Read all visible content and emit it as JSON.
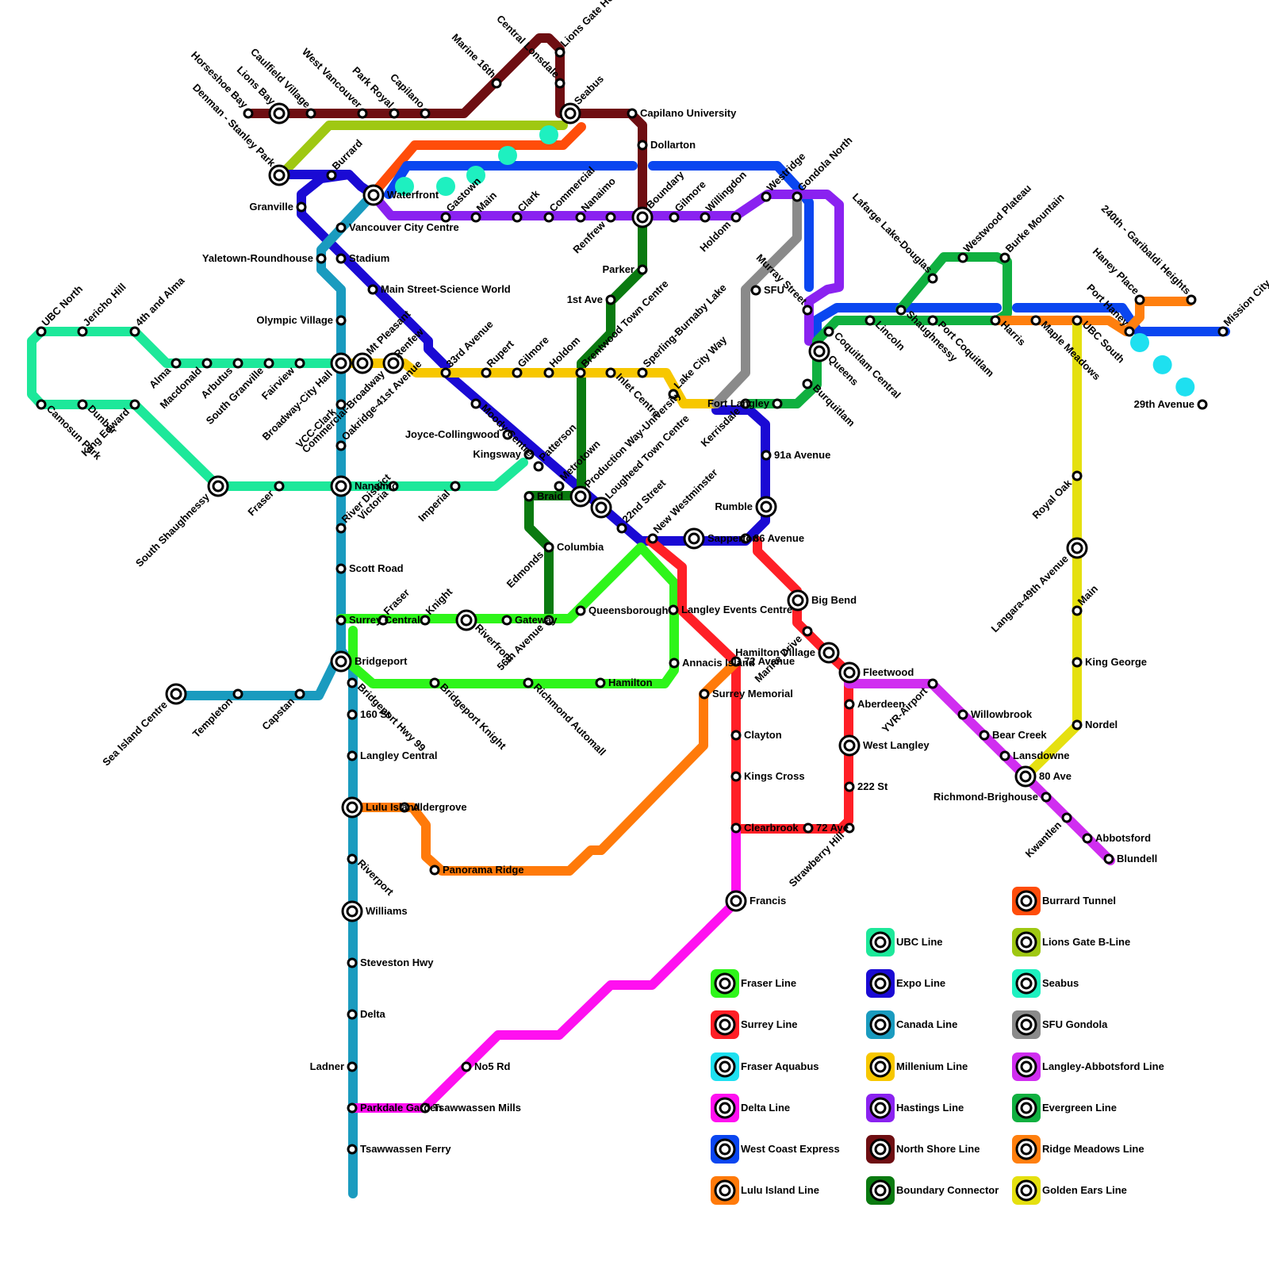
{
  "colors": {
    "ubc": "#1de89a",
    "expo": "#1a0ad4",
    "canada": "#1a9bbf",
    "millenium": "#f7c700",
    "hastings": "#8a22f0",
    "northshore": "#6e0e12",
    "boundary": "#0a7a10",
    "burrard": "#ff4d0a",
    "lionsgate": "#9fc812",
    "seabus": "#1ef0c0",
    "sfugondola": "#8a8a8a",
    "langley": "#d02ef0",
    "evergreen": "#10b040",
    "ridge": "#ff7f0e",
    "golden": "#e5e010",
    "fraser": "#2ef51a",
    "surrey": "#ff1f26",
    "aquabus": "#1ee0f0",
    "delta": "#ff10f0",
    "wce": "#0a46f0",
    "lulu": "#ff7a0a"
  },
  "stations": [
    {
      "text": "Horseshoe Bay",
      "a": "tl"
    },
    {
      "text": "Lions Bay",
      "a": "tl"
    },
    {
      "text": "Caulfield Village",
      "a": "tl"
    },
    {
      "text": "West Vancouver",
      "a": "tl"
    },
    {
      "text": "Park Royal",
      "a": "tl"
    },
    {
      "text": "Capilano",
      "a": "tl"
    },
    {
      "text": "Marine 16th",
      "a": "tl"
    },
    {
      "text": "Central Lonsdale",
      "a": "tl"
    },
    {
      "text": "Lions Gate Hospital",
      "a": "tr"
    },
    {
      "text": "Seabus",
      "a": "tr"
    },
    {
      "text": "Capilano University",
      "a": "r"
    },
    {
      "text": "Dollarton",
      "a": "r"
    },
    {
      "text": "Denman - Stanley Park",
      "a": "tl"
    },
    {
      "text": "Burrard",
      "a": "tr"
    },
    {
      "text": "Granville",
      "a": "l"
    },
    {
      "text": "Waterfront",
      "a": "r"
    },
    {
      "text": "Vancouver City Centre",
      "a": "r"
    },
    {
      "text": "Gastown",
      "a": "tr"
    },
    {
      "text": "Main",
      "a": "tr"
    },
    {
      "text": "Clark",
      "a": "tr"
    },
    {
      "text": "Commercial",
      "a": "tr"
    },
    {
      "text": "Nanaimo",
      "a": "tr"
    },
    {
      "text": "Renfrew",
      "a": "bl"
    },
    {
      "text": "Boundary",
      "a": "tr"
    },
    {
      "text": "Gilmore",
      "a": "tr"
    },
    {
      "text": "Willingdon",
      "a": "tr"
    },
    {
      "text": "Holdom",
      "a": "bl"
    },
    {
      "text": "Westridge",
      "a": "tr"
    },
    {
      "text": "Gondola North",
      "a": "tr"
    },
    {
      "text": "Yaletown-Roundhouse",
      "a": "l"
    },
    {
      "text": "Stadium",
      "a": "r"
    },
    {
      "text": "Main Street-Science World",
      "a": "r"
    },
    {
      "text": "Parker",
      "a": "l"
    },
    {
      "text": "1st Ave",
      "a": "l"
    },
    {
      "text": "Brentwood Town Centre",
      "a": "tr"
    },
    {
      "text": "Sperling-Burnaby Lake",
      "a": "tr"
    },
    {
      "text": "Lake City Way",
      "a": "tr"
    },
    {
      "text": "SFU",
      "a": "r"
    },
    {
      "text": "Murray Street",
      "a": "tl"
    },
    {
      "text": "Lafarge Lake-Douglas",
      "a": "tl"
    },
    {
      "text": "Westwood Plateau",
      "a": "tr"
    },
    {
      "text": "Burke Mountain",
      "a": "tr"
    },
    {
      "text": "240th - Garibaldi Heights",
      "a": "tl"
    },
    {
      "text": "Haney Place",
      "a": "tl"
    },
    {
      "text": "Port Haney",
      "a": "tl"
    },
    {
      "text": "Mission City",
      "a": "tr"
    },
    {
      "text": "UBC North",
      "a": "tr"
    },
    {
      "text": "Jericho Hill",
      "a": "tr"
    },
    {
      "text": "4th and Alma",
      "a": "tr"
    },
    {
      "text": "Olympic Village",
      "a": "l"
    },
    {
      "text": "Alma",
      "a": "bl"
    },
    {
      "text": "Macdonald",
      "a": "bl"
    },
    {
      "text": "Arbutus",
      "a": "bl"
    },
    {
      "text": "South Granville",
      "a": "bl"
    },
    {
      "text": "Fairview",
      "a": "bl"
    },
    {
      "text": "Broadway-City Hall",
      "a": "bl"
    },
    {
      "text": "Mt Pleasant",
      "a": "tr"
    },
    {
      "text": "Renfew",
      "a": "tr"
    },
    {
      "text": "Rupert",
      "a": "tr"
    },
    {
      "text": "Gilmore",
      "a": "tr"
    },
    {
      "text": "Holdom",
      "a": "tr"
    },
    {
      "text": "Inlet Centre",
      "a": "br"
    },
    {
      "text": "Coquitlam Central",
      "a": "br"
    },
    {
      "text": "Lincoln",
      "a": "br"
    },
    {
      "text": "Shaughnessy",
      "a": "br"
    },
    {
      "text": "Port Coquitlam",
      "a": "br"
    },
    {
      "text": "Harris",
      "a": "br"
    },
    {
      "text": "Maple Meadows",
      "a": "br"
    },
    {
      "text": "UBC South",
      "a": "br"
    },
    {
      "text": "Camosun Park",
      "a": "br"
    },
    {
      "text": "Dunbar",
      "a": "br"
    },
    {
      "text": "King Edward",
      "a": "bl"
    },
    {
      "text": "VCC-Clark",
      "a": "bl"
    },
    {
      "text": "Commercial-Broadway",
      "a": "bl"
    },
    {
      "text": "33rd Avenue",
      "a": "tr"
    },
    {
      "text": "Oakridge-41st Avenue",
      "a": "tr"
    },
    {
      "text": "Nanaimo",
      "a": "r"
    },
    {
      "text": "Moody Centre",
      "a": "br"
    },
    {
      "text": "Queens",
      "a": "br"
    },
    {
      "text": "Burquitlam",
      "a": "br"
    },
    {
      "text": "Fort Langley",
      "a": "l"
    },
    {
      "text": "29th Avenue",
      "a": "l"
    },
    {
      "text": "Joyce-Collingwood",
      "a": "l"
    },
    {
      "text": "Kingsway",
      "a": "l"
    },
    {
      "text": "Patterson",
      "a": "tr"
    },
    {
      "text": "Metrotown",
      "a": "tr"
    },
    {
      "text": "Production Way-University",
      "a": "tr"
    },
    {
      "text": "Lougheed Town Centre",
      "a": "tr"
    },
    {
      "text": "Kerrisdale",
      "a": "bl"
    },
    {
      "text": "South Shaughnessy",
      "a": "bl"
    },
    {
      "text": "Fraser",
      "a": "bl"
    },
    {
      "text": "Victoria",
      "a": "bl"
    },
    {
      "text": "Imperial",
      "a": "bl"
    },
    {
      "text": "Braid",
      "a": "r"
    },
    {
      "text": "91a Avenue",
      "a": "r"
    },
    {
      "text": "Royal Oak",
      "a": "bl"
    },
    {
      "text": "Edmonds",
      "a": "bl"
    },
    {
      "text": "22nd Street",
      "a": "tr"
    },
    {
      "text": "New Westminster",
      "a": "tr"
    },
    {
      "text": "Sapperton",
      "a": "r"
    },
    {
      "text": "Rumble",
      "a": "l"
    },
    {
      "text": "Columbia",
      "a": "r"
    },
    {
      "text": "86 Avenue",
      "a": "r"
    },
    {
      "text": "Langara-49th Avenue",
      "a": "bl"
    },
    {
      "text": "River District",
      "a": "tr"
    },
    {
      "text": "56th Avenue",
      "a": "bl"
    },
    {
      "text": "Scott Road",
      "a": "r"
    },
    {
      "text": "Big Bend",
      "a": "r"
    },
    {
      "text": "Queensborough",
      "a": "r"
    },
    {
      "text": "Langley Events Centre",
      "a": "r"
    },
    {
      "text": "Main",
      "a": "tr"
    },
    {
      "text": "Fraser",
      "a": "tr"
    },
    {
      "text": "Knight",
      "a": "tr"
    },
    {
      "text": "Riverfront",
      "a": "br"
    },
    {
      "text": "Gateway",
      "a": "r"
    },
    {
      "text": "Marine Drive",
      "a": "bl"
    },
    {
      "text": "Surrey Central",
      "a": "r"
    },
    {
      "text": "Bridgeport",
      "a": "r"
    },
    {
      "text": "Hamilton Village",
      "a": "l"
    },
    {
      "text": "Annacis Island",
      "a": "r"
    },
    {
      "text": "72 Avenue",
      "a": "r"
    },
    {
      "text": "King George",
      "a": "r"
    },
    {
      "text": "Fleetwood",
      "a": "r"
    },
    {
      "text": "YVR-Airport",
      "a": "bl"
    },
    {
      "text": "Sea Island Centre",
      "a": "bl"
    },
    {
      "text": "Templeton",
      "a": "bl"
    },
    {
      "text": "Capstan",
      "a": "bl"
    },
    {
      "text": "Bridgeport Hwy 99",
      "a": "br"
    },
    {
      "text": "Bridgeport Knight",
      "a": "br"
    },
    {
      "text": "Richmond Automall",
      "a": "br"
    },
    {
      "text": "Hamilton",
      "a": "r"
    },
    {
      "text": "Surrey Memorial",
      "a": "r"
    },
    {
      "text": "Aberdeen",
      "a": "r"
    },
    {
      "text": "160 St",
      "a": "r"
    },
    {
      "text": "Willowbrook",
      "a": "r"
    },
    {
      "text": "Nordel",
      "a": "r"
    },
    {
      "text": "Clayton",
      "a": "r"
    },
    {
      "text": "Bear Creek",
      "a": "r"
    },
    {
      "text": "West Langley",
      "a": "r"
    },
    {
      "text": "Lansdowne",
      "a": "r"
    },
    {
      "text": "Langley Central",
      "a": "r"
    },
    {
      "text": "80 Ave",
      "a": "r"
    },
    {
      "text": "Kings Cross",
      "a": "r"
    },
    {
      "text": "222 St",
      "a": "r"
    },
    {
      "text": "Richmond-Brighouse",
      "a": "l"
    },
    {
      "text": "Lulu Island",
      "a": "r"
    },
    {
      "text": "Aldergrove",
      "a": "r"
    },
    {
      "text": "Kwantlen",
      "a": "bl"
    },
    {
      "text": "72 Ave",
      "a": "r"
    },
    {
      "text": "Strawberry Hill",
      "a": "bl"
    },
    {
      "text": "Clearbrook",
      "a": "r"
    },
    {
      "text": "Abbotsford",
      "a": "r"
    },
    {
      "text": "Blundell",
      "a": "r"
    },
    {
      "text": "Riverport",
      "a": "br"
    },
    {
      "text": "Panorama Ridge",
      "a": "r"
    },
    {
      "text": "Francis",
      "a": "r"
    },
    {
      "text": "Williams",
      "a": "r"
    },
    {
      "text": "Steveston Hwy",
      "a": "r"
    },
    {
      "text": "Delta",
      "a": "r"
    },
    {
      "text": "No5 Rd",
      "a": "r"
    },
    {
      "text": "Ladner",
      "a": "l"
    },
    {
      "text": "Parkdale Garden",
      "a": "r"
    },
    {
      "text": "Tsawwassen Mills",
      "a": "r"
    },
    {
      "text": "Tsawwassen Ferry",
      "a": "r"
    }
  ],
  "legend": [
    {
      "label": "Burrard Tunnel",
      "color": "burrard"
    },
    {
      "label": "UBC Line",
      "color": "ubc"
    },
    {
      "label": "Lions Gate B-Line",
      "color": "lionsgate"
    },
    {
      "label": "Fraser Line",
      "color": "fraser"
    },
    {
      "label": "Expo Line",
      "color": "expo"
    },
    {
      "label": "Seabus",
      "color": "seabus"
    },
    {
      "label": "Surrey Line",
      "color": "surrey"
    },
    {
      "label": "Canada Line",
      "color": "canada"
    },
    {
      "label": "SFU Gondola",
      "color": "sfugondola"
    },
    {
      "label": "Fraser Aquabus",
      "color": "aquabus"
    },
    {
      "label": "Millenium Line",
      "color": "millenium"
    },
    {
      "label": "Langley-Abbotsford Line",
      "color": "langley"
    },
    {
      "label": "Delta Line",
      "color": "delta"
    },
    {
      "label": "Hastings Line",
      "color": "hastings"
    },
    {
      "label": "Evergreen Line",
      "color": "evergreen"
    },
    {
      "label": "West Coast Express",
      "color": "wce"
    },
    {
      "label": "North Shore Line",
      "color": "northshore"
    },
    {
      "label": "Ridge Meadows Line",
      "color": "ridge"
    },
    {
      "label": "Lulu Island Line",
      "color": "lulu"
    },
    {
      "label": "Boundary Connector",
      "color": "boundary"
    },
    {
      "label": "Golden Ears Line",
      "color": "golden"
    }
  ]
}
